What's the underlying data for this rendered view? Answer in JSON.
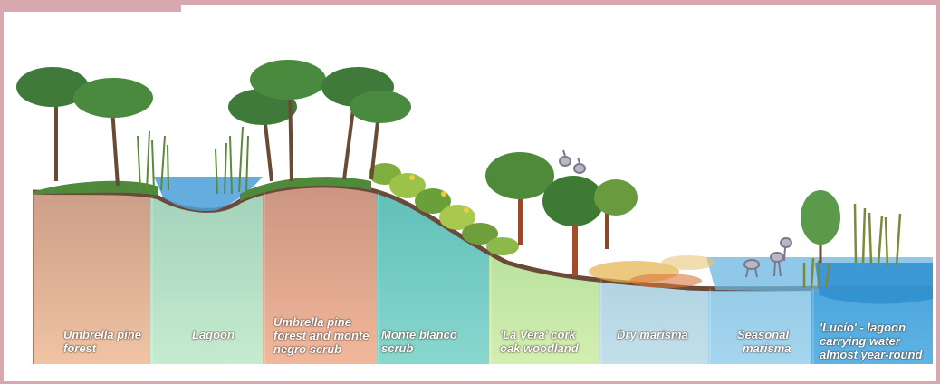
{
  "colors": {
    "frame": "#d9a8ae",
    "umbrella_pine_forest": "#e8b897",
    "lagoon": "#a8dcc0",
    "umbrella_pine_monte_negro": "#e6a98f",
    "monte_blanco": "#7fd0c8",
    "la_vera": "#b9e0a0",
    "dry_marisma": "#a9cfe0",
    "seasonal_marisma": "#8cc7e8",
    "lucio": "#3f9fd8",
    "soil_top": "#6b4a3a",
    "water": "#4a9fd8"
  },
  "zones": [
    {
      "id": "umbrella-pine-forest",
      "lines": [
        "Umbrella pine",
        "forest"
      ]
    },
    {
      "id": "lagoon",
      "lines": [
        "Lagoon"
      ]
    },
    {
      "id": "umbrella-pine-monte-negro",
      "lines": [
        "Umbrella pine",
        "forest and monte",
        "negro scrub"
      ]
    },
    {
      "id": "monte-blanco",
      "lines": [
        "Monte blanco",
        "scrub"
      ]
    },
    {
      "id": "la-vera",
      "lines": [
        "'La Vera' cork",
        "oak woodland"
      ]
    },
    {
      "id": "dry-marisma",
      "lines": [
        "Dry marisma"
      ]
    },
    {
      "id": "seasonal-marisma",
      "lines": [
        "Seasonal",
        "marisma"
      ]
    },
    {
      "id": "lucio",
      "lines": [
        "'Lucío' - lagoon",
        "carrying water",
        "almost year-round"
      ]
    }
  ]
}
